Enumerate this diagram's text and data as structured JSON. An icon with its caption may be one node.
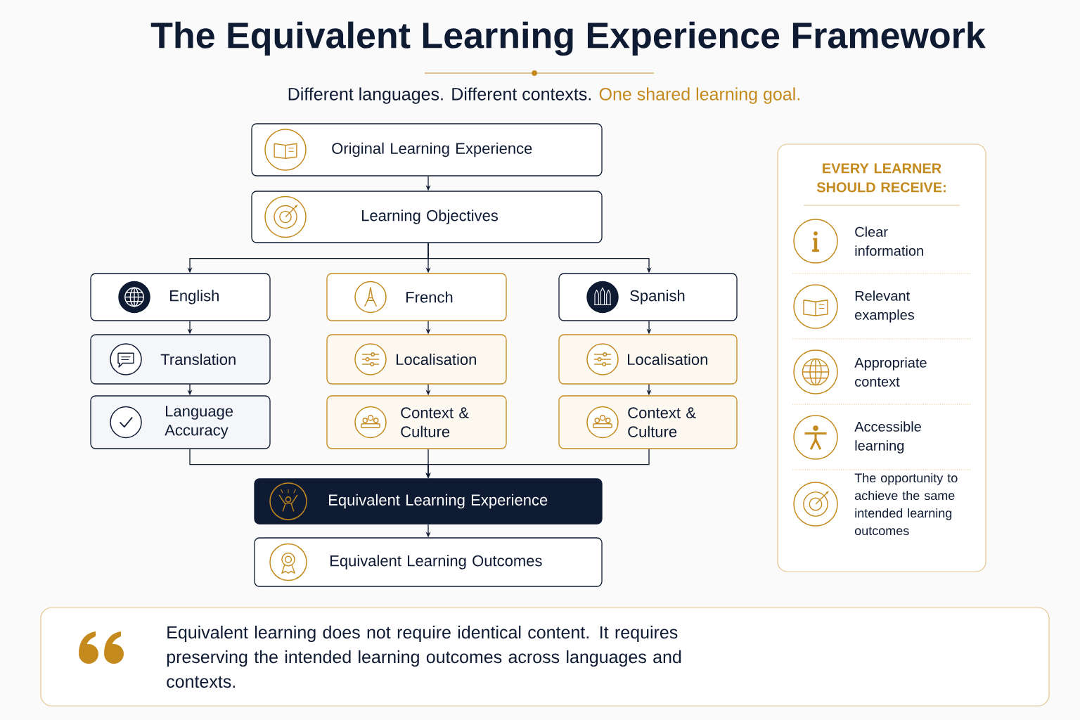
{
  "diagram": {
    "title": "The Equivalent Learning Experience Framework",
    "nodes": [
      {
        "text": [
          "Original Learning Experience"
        ]
      },
      {
        "text": [
          "Learning Objectives"
        ]
      },
      {
        "text": [
          "English"
        ]
      },
      {
        "text": [
          "French"
        ]
      },
      {
        "text": [
          "Spanish"
        ]
      },
      {
        "text": [
          "Translation"
        ]
      },
      {
        "text": [
          "Localisation"
        ]
      },
      {
        "text": [
          "Localisation"
        ]
      },
      {
        "text": [
          "Language Accuracy"
        ]
      },
      {
        "text": [
          "Context & Culture"
        ]
      },
      {
        "text": [
          "Context & Culture"
        ]
      },
      {
        "text": [
          "Equivalent Learning Experience"
        ]
      },
      {
        "text": [
          "Equivalent Learning Outcomes"
        ]
      },
      {
        "text": [
          "EVERY LEARNER SHOULD RECEIVE:",
          "Clear information",
          "Relevant examples",
          "Appropriate context",
          "Accessible learning",
          "The opportunity to achieve the same intended learning outcomes"
        ]
      },
      {
        "text": [
          "Equivalent learning does not require identical content. It requires preserving the intended learning outcomes across languages and contexts."
        ]
      }
    ],
    "edges": [
      {
        "from": 0,
        "to": 1,
        "arrow": "to"
      },
      {
        "from": 1,
        "to": 2,
        "arrow": "to"
      },
      {
        "from": 1,
        "to": 3,
        "arrow": "to"
      },
      {
        "from": 1,
        "to": 4,
        "arrow": "to"
      },
      {
        "from": 2,
        "to": 5,
        "arrow": "to"
      },
      {
        "from": 3,
        "to": 6,
        "arrow": "to"
      },
      {
        "from": 4,
        "to": 7,
        "arrow": "to"
      },
      {
        "from": 5,
        "to": 8,
        "arrow": "to"
      },
      {
        "from": 6,
        "to": 9,
        "arrow": "to"
      },
      {
        "from": 7,
        "to": 10,
        "arrow": "to"
      },
      {
        "from": 8,
        "to": 11,
        "arrow": "to"
      },
      {
        "from": 9,
        "to": 11,
        "arrow": "to"
      },
      {
        "from": 10,
        "to": 11,
        "arrow": "to"
      },
      {
        "from": 11,
        "to": 12,
        "arrow": "to"
      }
    ],
    "labels": [
      "Different languages. Different contexts.",
      "One shared learning goal."
    ]
  }
}
